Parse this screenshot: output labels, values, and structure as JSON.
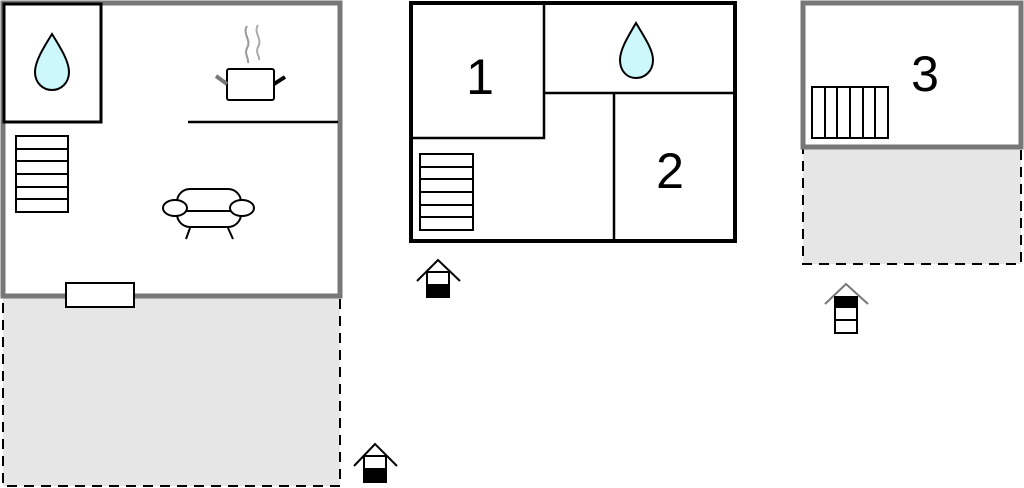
{
  "floorplan": {
    "rooms": [
      {
        "label": "1"
      },
      {
        "label": "2"
      },
      {
        "label": "3"
      }
    ],
    "colors": {
      "wall_gray": "#777777",
      "wall_black": "#000000",
      "terrace": "#e6e6e6",
      "water": "#ccf7fb"
    },
    "icons": [
      "water-drop-icon",
      "cooking-pot-icon",
      "sofa-icon",
      "stairs-icon",
      "entrance-icon"
    ]
  }
}
